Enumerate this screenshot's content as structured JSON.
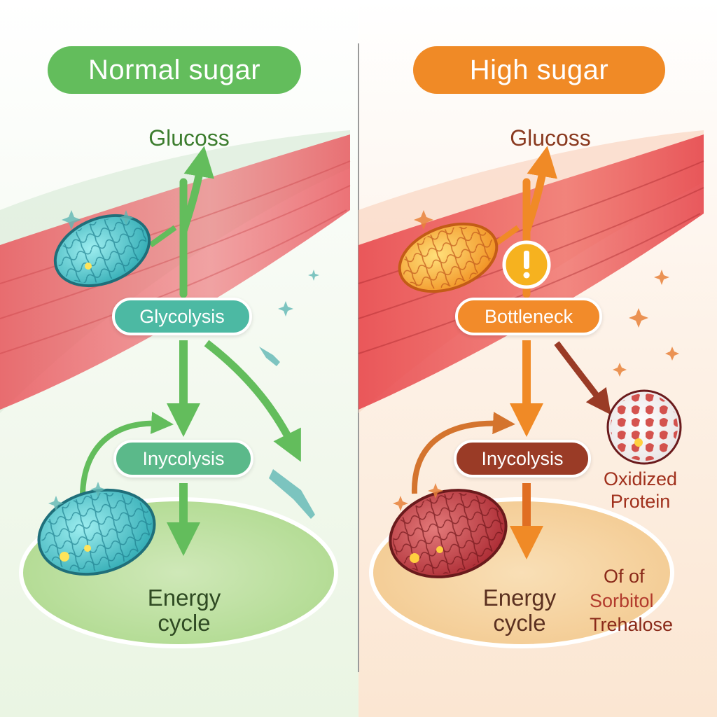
{
  "panels": {
    "normal": {
      "title": "Normal sugar",
      "input": "Glucoss",
      "stage1": "Glycolysis",
      "stage2": "Inycolysis",
      "output_line1": "Energy",
      "output_line2": "cycle"
    },
    "high": {
      "title": "High sugar",
      "input": "Glucoss",
      "stage1": "Bottleneck",
      "stage2": "Inycolysis",
      "output_line1": "Energy",
      "output_line2": "cycle",
      "side_label_1_line1": "Oxidized",
      "side_label_1_line2": "Protein",
      "side_label_2_line1": "Of of",
      "side_label_2_line2": "Sorbitol",
      "side_label_2_line3": "Trehalose"
    }
  },
  "icons": {
    "warning": "exclamation-warning-icon",
    "sparkle": "sparkle-icon"
  },
  "colors": {
    "normal_accent": "#63bd5c",
    "normal_teal": "#4cb9a3",
    "normal_text": "#3c7d2e",
    "high_accent": "#f08a26",
    "high_dark": "#9a3b26",
    "high_text": "#8a3a20",
    "muscle": "#e8545a",
    "oxidized_text": "#a0301c"
  }
}
